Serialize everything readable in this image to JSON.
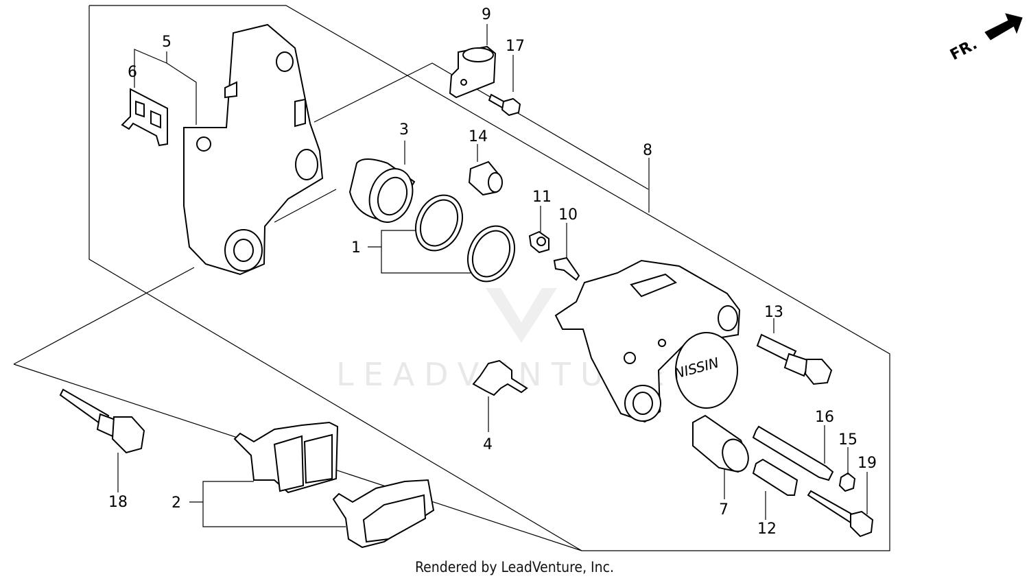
{
  "diagram": {
    "callouts": {
      "c1": "1",
      "c2": "2",
      "c3": "3",
      "c4": "4",
      "c5": "5",
      "c6": "6",
      "c7": "7",
      "c8": "8",
      "c9": "9",
      "c10": "10",
      "c11": "11",
      "c12": "12",
      "c13": "13",
      "c14": "14",
      "c15": "15",
      "c16": "16",
      "c17": "17",
      "c18": "18",
      "c19": "19"
    },
    "direction_label": "FR.",
    "caliper_brand": "NISSIN",
    "watermark": "LEADVENTURE"
  },
  "footer": "Rendered by LeadVenture, Inc."
}
